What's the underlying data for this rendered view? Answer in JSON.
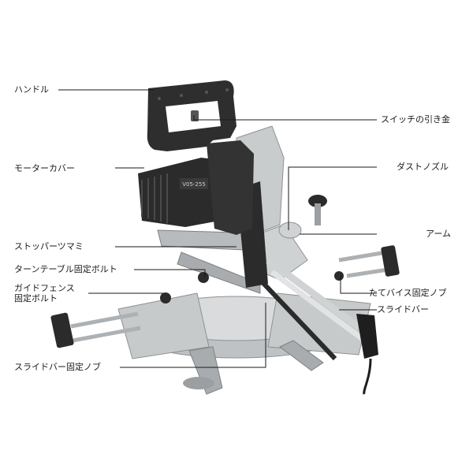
{
  "labels": {
    "handle": "ハンドル",
    "switch_trigger": "スイッチの引き金",
    "motor_cover": "モーターカバー",
    "dust_nozzle": "ダストノズル",
    "stopper_knob": "ストッパーツマミ",
    "arm": "アーム",
    "turntable_bolt": "ターンテーブル固定ボルト",
    "guide_fence_line1": "ガイドフェンス",
    "guide_fence_line2": "固定ボルト",
    "vertical_vise_knob": "たてバイス固定ノブ",
    "slide_bar": "スライドバー",
    "slide_bar_knob": "スライドバー固定ノブ"
  },
  "product_marking": "V05-255",
  "colors": {
    "line": "#1a1a1a",
    "machine_dark": "#2b2b2b",
    "machine_grey": "#bfc2c4",
    "machine_light": "#d9dbdc"
  }
}
